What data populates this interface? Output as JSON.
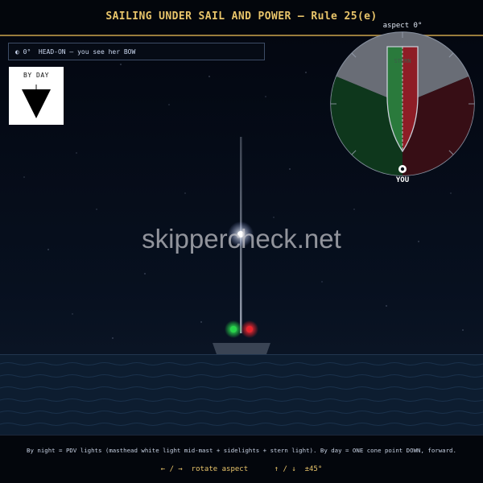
{
  "header": {
    "title": "SAILING UNDER SAIL AND POWER — Rule 25(e)",
    "aspect_label": "aspect 0°"
  },
  "info": {
    "text": "◐ 0°  HEAD-ON — you see her BOW"
  },
  "day_shape": {
    "label": "BY DAY",
    "shape": "cone-point-down"
  },
  "minimap": {
    "stern_label": "STERN",
    "you_label": "YOU",
    "aspect_deg": 0
  },
  "lights": {
    "green": "#27d44a",
    "red": "#e8242c",
    "white": "#ffffff"
  },
  "watermark": "skipperсheck.net",
  "footer": {
    "description": "By night = PDV lights (masthead white light mid-mast + sidelights + stern light). By day = ONE cone point DOWN, forward.",
    "controls_rotate": "← / →  rotate aspect",
    "controls_step": "↑ / ↓  ±45°"
  },
  "colors": {
    "accent": "#e8c46a",
    "divider": "#9a7c3c"
  }
}
